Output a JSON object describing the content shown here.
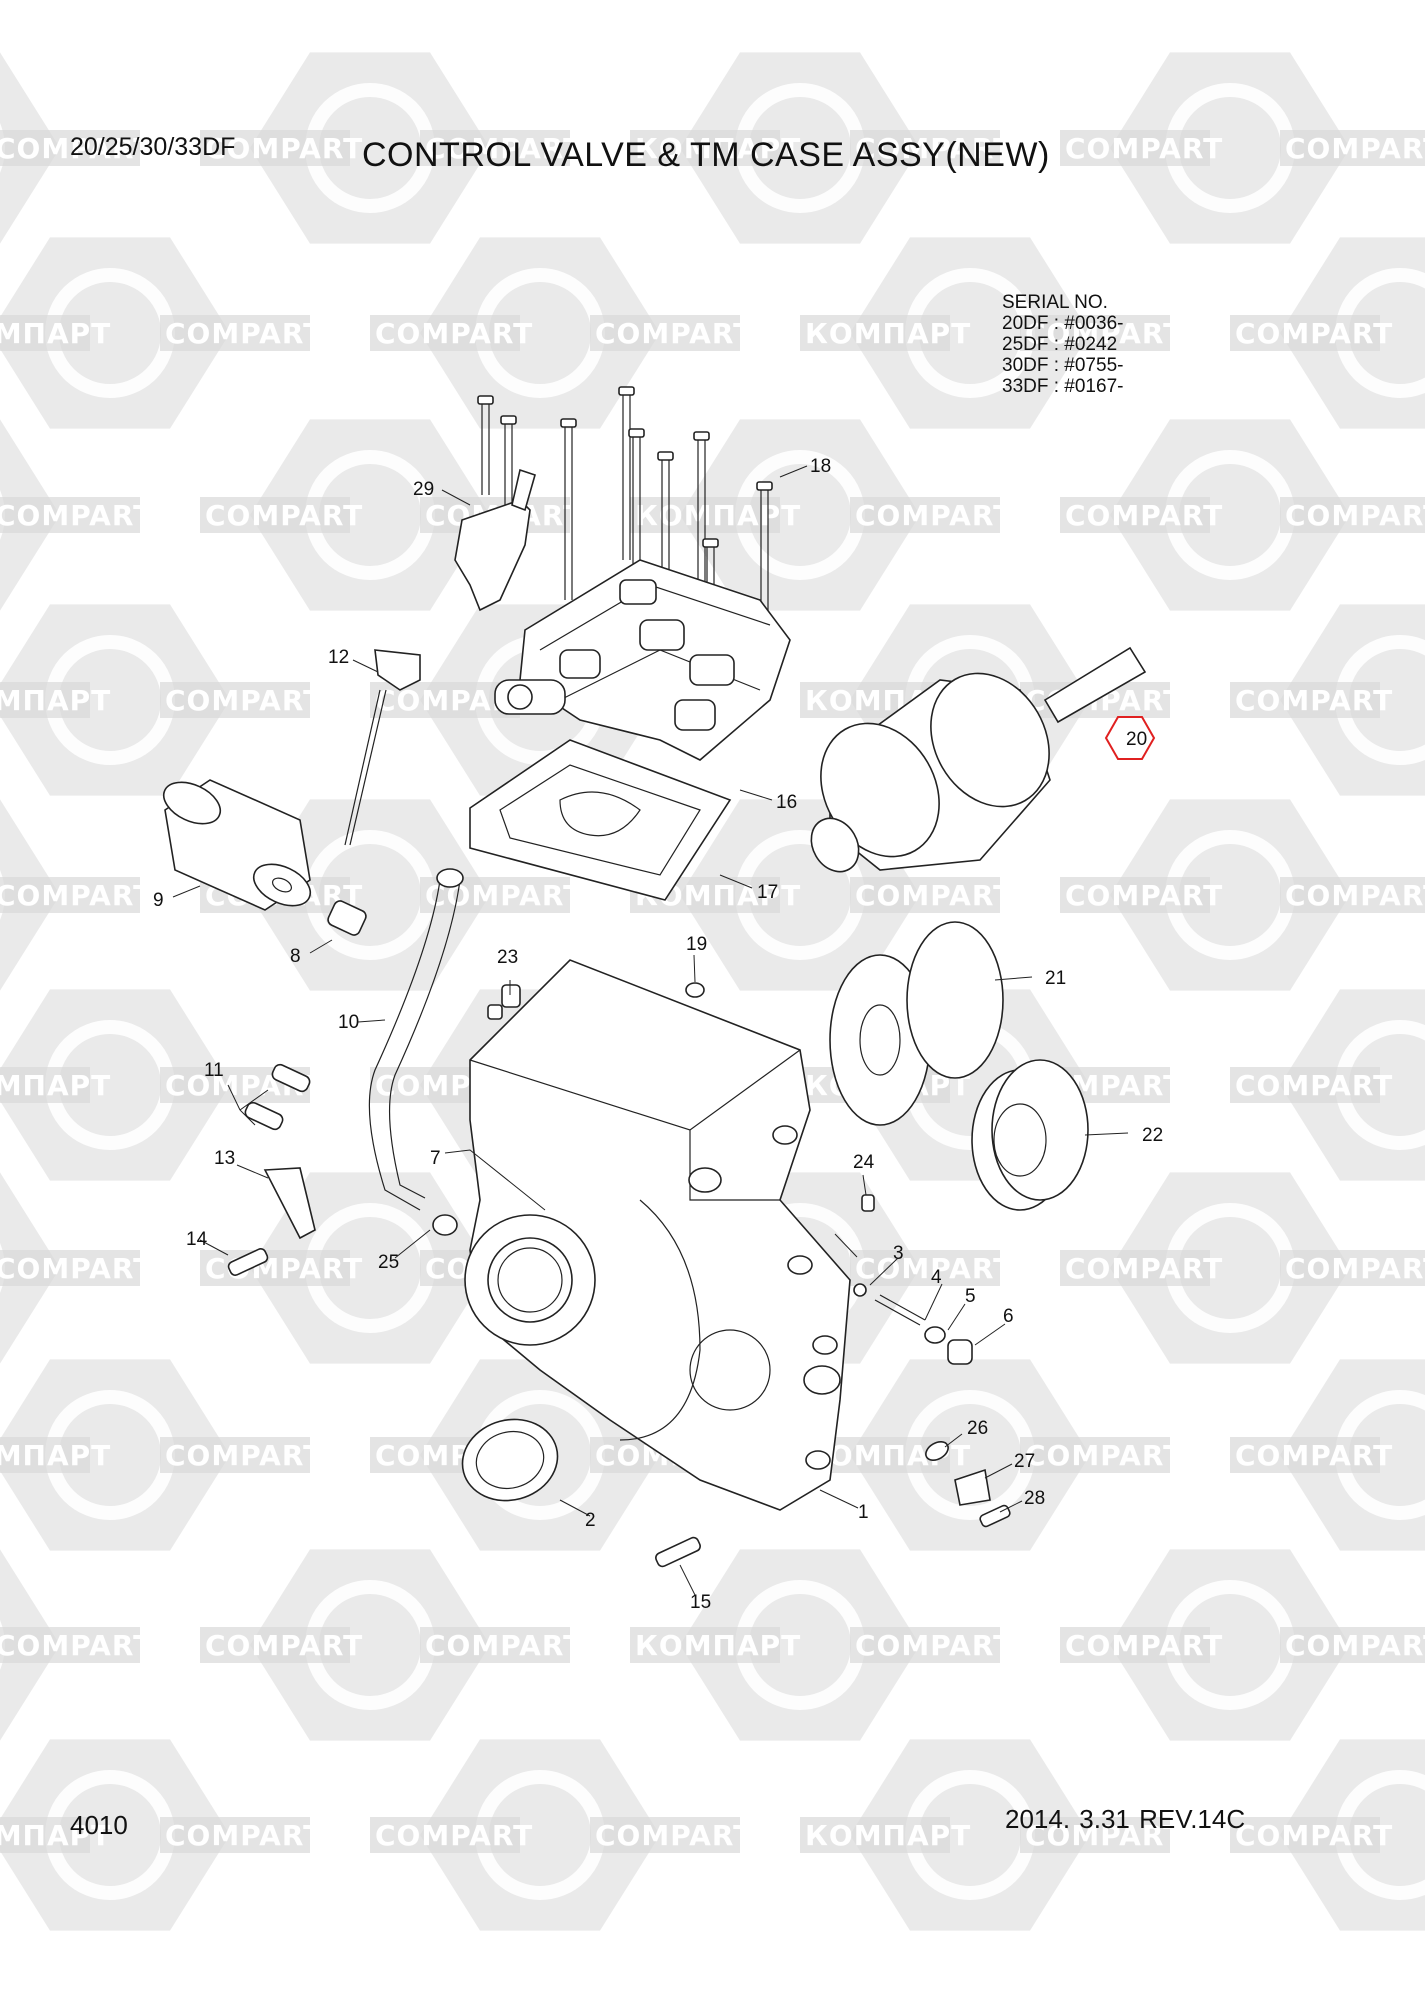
{
  "header": {
    "model": "20/25/30/33DF",
    "title": "CONTROL VALVE & TM CASE ASSY(NEW)"
  },
  "serial": {
    "heading": "SERIAL NO.",
    "lines": [
      "20DF : #0036-",
      "25DF : #0242",
      "30DF : #0755-",
      "33DF : #0167-"
    ]
  },
  "footer": {
    "page_number": "4010",
    "revision": "2014. 3.31  REV.14C"
  },
  "watermark": {
    "text_latin": "COMPART",
    "text_cyrillic": "КОМПАРТ",
    "color": "#d9d9d9"
  },
  "callouts": [
    "1",
    "2",
    "3",
    "4",
    "5",
    "6",
    "7",
    "8",
    "9",
    "10",
    "11",
    "12",
    "13",
    "14",
    "15",
    "16",
    "17",
    "18",
    "19",
    "20",
    "21",
    "22",
    "23",
    "24",
    "25",
    "26",
    "27",
    "28",
    "29"
  ],
  "highlight": {
    "callout": "20",
    "color": "#e02020"
  }
}
